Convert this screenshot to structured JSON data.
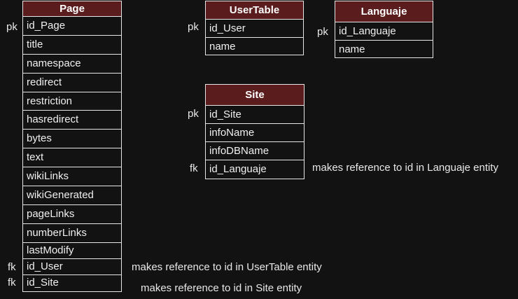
{
  "key_labels": {
    "pk": "pk",
    "fk": "fk"
  },
  "entities": {
    "page": {
      "title": "Page",
      "fields": [
        "id_Page",
        "title",
        "namespace",
        "redirect",
        "restriction",
        "hasredirect",
        "bytes",
        "text",
        "wikiLinks",
        "wikiGenerated",
        "pageLinks",
        "numberLinks",
        "lastModify",
        "id_User",
        "id_Site"
      ]
    },
    "usertable": {
      "title": "UserTable",
      "fields": [
        "id_User",
        "name"
      ]
    },
    "languaje": {
      "title": "Languaje",
      "fields": [
        "id_Languaje",
        "name"
      ]
    },
    "site": {
      "title": "Site",
      "fields": [
        "id_Site",
        "infoName",
        "infoDBName",
        "id_Languaje"
      ]
    }
  },
  "notes": {
    "site_languaje": "makes reference to id in Languaje entity",
    "page_user": "makes reference to id in UserTable entity",
    "page_site": "makes reference to id in Site entity"
  },
  "colors": {
    "background": "#121212",
    "header_fill": "#5a1c1c",
    "border": "#e6e6e6",
    "text": "#f0f0f0"
  }
}
